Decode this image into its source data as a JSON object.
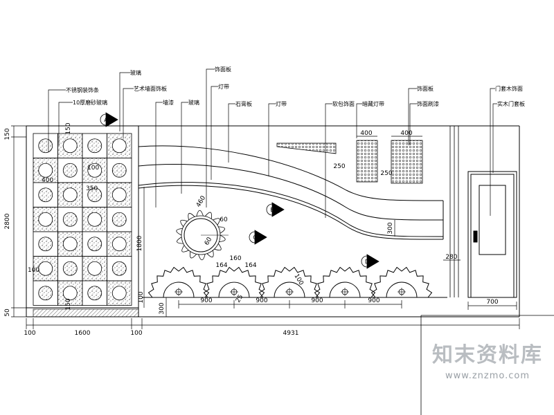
{
  "drawing": {
    "labels": [
      "不锈钢装饰条",
      "10厚磨砂玻璃",
      "玻璃",
      "艺术墙面饰板",
      "墙漆",
      "玻璃",
      "饰面板",
      "灯带",
      "石膏板",
      "灯带",
      "软包饰面",
      "暗藏灯带",
      "饰面板",
      "饰面刷漆",
      "门套木饰面",
      "实木门套板"
    ],
    "dimensions": {
      "left_h_top": "150",
      "left_h_mid": "2800",
      "left_h_bot": "50",
      "bot_100a": "100",
      "bot_1600": "1600",
      "bot_100b": "100",
      "bot_4931": "4931",
      "d300_left": "300",
      "d100_small": "100",
      "d1800": "1800",
      "d900_1": "900",
      "d900_2": "900",
      "d900_3": "900",
      "d900_4": "900",
      "d700": "700",
      "d400_1": "400",
      "d400_2": "400",
      "d250_1": "250",
      "d250_2": "250",
      "d300_right": "300",
      "d280": "280",
      "d160": "160",
      "d164a": "164",
      "d164b": "164",
      "d60": "60",
      "d150_a": "150",
      "d150_b": "150",
      "d100_c": "100",
      "d350": "350",
      "d400_panel": "400",
      "d100_panel": "100",
      "d460": "460",
      "d60_c": "60",
      "d25": "25",
      "d100_g": "100"
    },
    "markers": {
      "marker_a": "A",
      "marker_b": "B",
      "marker_c": "C",
      "marker_d": "D"
    }
  },
  "watermark": {
    "text": "知末资料库",
    "url": "www.znzmo.com"
  }
}
